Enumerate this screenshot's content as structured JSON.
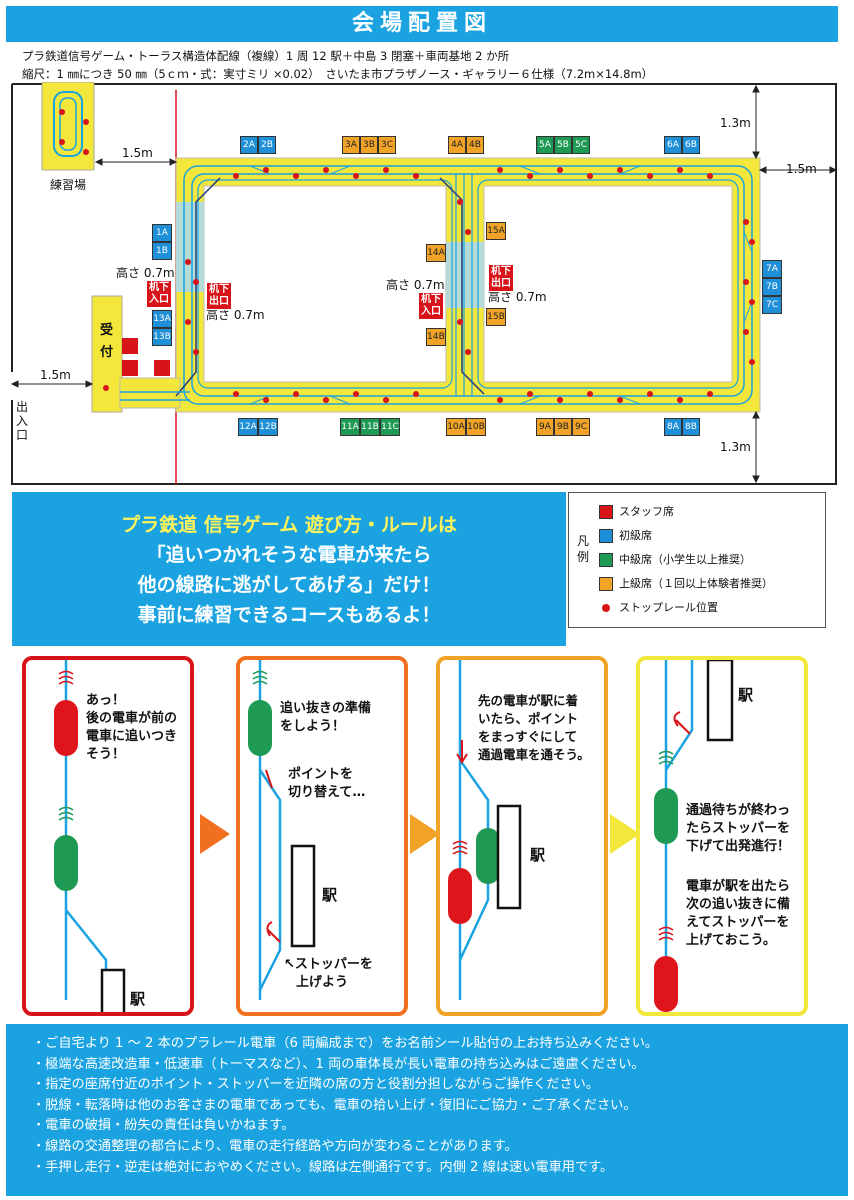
{
  "header": {
    "title": "会場配置図",
    "desc1": "プラ鉄道信号ゲーム・トーラス構造体配線（複線）1 周 12 駅＋中島 3 閉塞＋車両基地 2 か所",
    "desc2": "縮尺：1 ㎜につき 50 ㎜（5ｃｍ・式：実寸ミリ ×0.02）　さいたま市プラザノース・ギャラリー６仕様（7.2m×14.8m）"
  },
  "layout": {
    "practice_label": "練習場",
    "reception_label": "受付",
    "entrance_label": "出入口",
    "dims": {
      "d1": "1.5m",
      "d2": "1.3m",
      "d3": "1.5m",
      "d4": "1.5m",
      "d5": "1.3m"
    },
    "heights": {
      "h1": "高さ 0.7m",
      "h2": "高さ 0.7m",
      "h3": "高さ 0.7m",
      "h4": "高さ 0.7m"
    },
    "under_desk": {
      "l1": "机下\n入口",
      "l2": "机下\n出口",
      "l3": "机下\n出口",
      "l4": "机下\n入口"
    },
    "seats_top": [
      "2A",
      "2B",
      "3A",
      "3B",
      "3C",
      "4A",
      "4B",
      "5A",
      "5B",
      "5C",
      "6A",
      "6B"
    ],
    "seats_bottom": [
      "12A",
      "12B",
      "11A",
      "11B",
      "11C",
      "10A",
      "10B",
      "9A",
      "9B",
      "9C",
      "8A",
      "8B"
    ],
    "seats_left": [
      "1A",
      "1B",
      "13A",
      "13B"
    ],
    "seats_right": [
      "7A",
      "7B",
      "7C"
    ],
    "seats_center": [
      "15A",
      "14A",
      "15B",
      "14B"
    ]
  },
  "rules": {
    "line1": "プラ鉄道 信号ゲーム 遊び方・ルールは",
    "line2": "「追いつかれそうな電車が来たら",
    "line3": "他の線路に逃がしてあげる」だけ！",
    "line4": "事前に練習できるコースもあるよ！"
  },
  "legend": {
    "title": "凡例",
    "items": [
      "スタッフ席",
      "初級席",
      "中級席（小学生以上推奨）",
      "上級席（１回以上体験者推奨）",
      "ストップレール位置"
    ]
  },
  "steps": {
    "p1_text": [
      "あっ！",
      "後の電車が前の",
      "電車に追いつき",
      "そう！"
    ],
    "p1_station": "駅",
    "p2_text1": [
      "追い抜きの準備",
      "をしよう！"
    ],
    "p2_text2": [
      "ポイントを",
      "切り替えて…"
    ],
    "p2_text3": [
      "↖ストッパーを",
      "上げよう"
    ],
    "p2_station": "駅",
    "p3_text": [
      "先の電車が駅に着",
      "いたら、ポイント",
      "をまっすぐにして",
      "通過電車を通そう。"
    ],
    "p3_station": "駅",
    "p4_text1": [
      "通過待ちが終わっ",
      "たらストッパーを",
      "下げて出発進行！"
    ],
    "p4_text2": [
      "電車が駅を出たら",
      "次の追い抜きに備",
      "えてストッパーを",
      "上げておこう。"
    ],
    "p4_station": "駅"
  },
  "notes": [
    "・ご自宅より 1 ～ 2 本のプラレール電車（6 両編成まで）をお名前シール貼付の上お持ち込みください。",
    "・極端な高速改造車・低速車（トーマスなど）、1 両の車体長が長い電車の持ち込みはご遠慮ください。",
    "・指定の座席付近のポイント・ストッパーを近隣の席の方と役割分担しながらご操作ください。",
    "・脱線・転落時は他のお客さまの電車であっても、電車の拾い上げ・復旧にご協力・ご了承ください。",
    "・電車の破損・紛失の責任は負いかねます。",
    "・線路の交通整理の都合により、電車の走行経路や方向が変わることがあります。",
    "・手押し走行・逆走は絶対におやめください。線路は左側通行です。内側 2 線は速い電車用です。"
  ],
  "colors": {
    "accent_blue": "#1aa3e0",
    "track_yellow": "#f2e73a",
    "staff": "#d8141b",
    "beginner": "#1f8fd8",
    "intermediate": "#1f9a55",
    "advanced": "#f0a326"
  }
}
